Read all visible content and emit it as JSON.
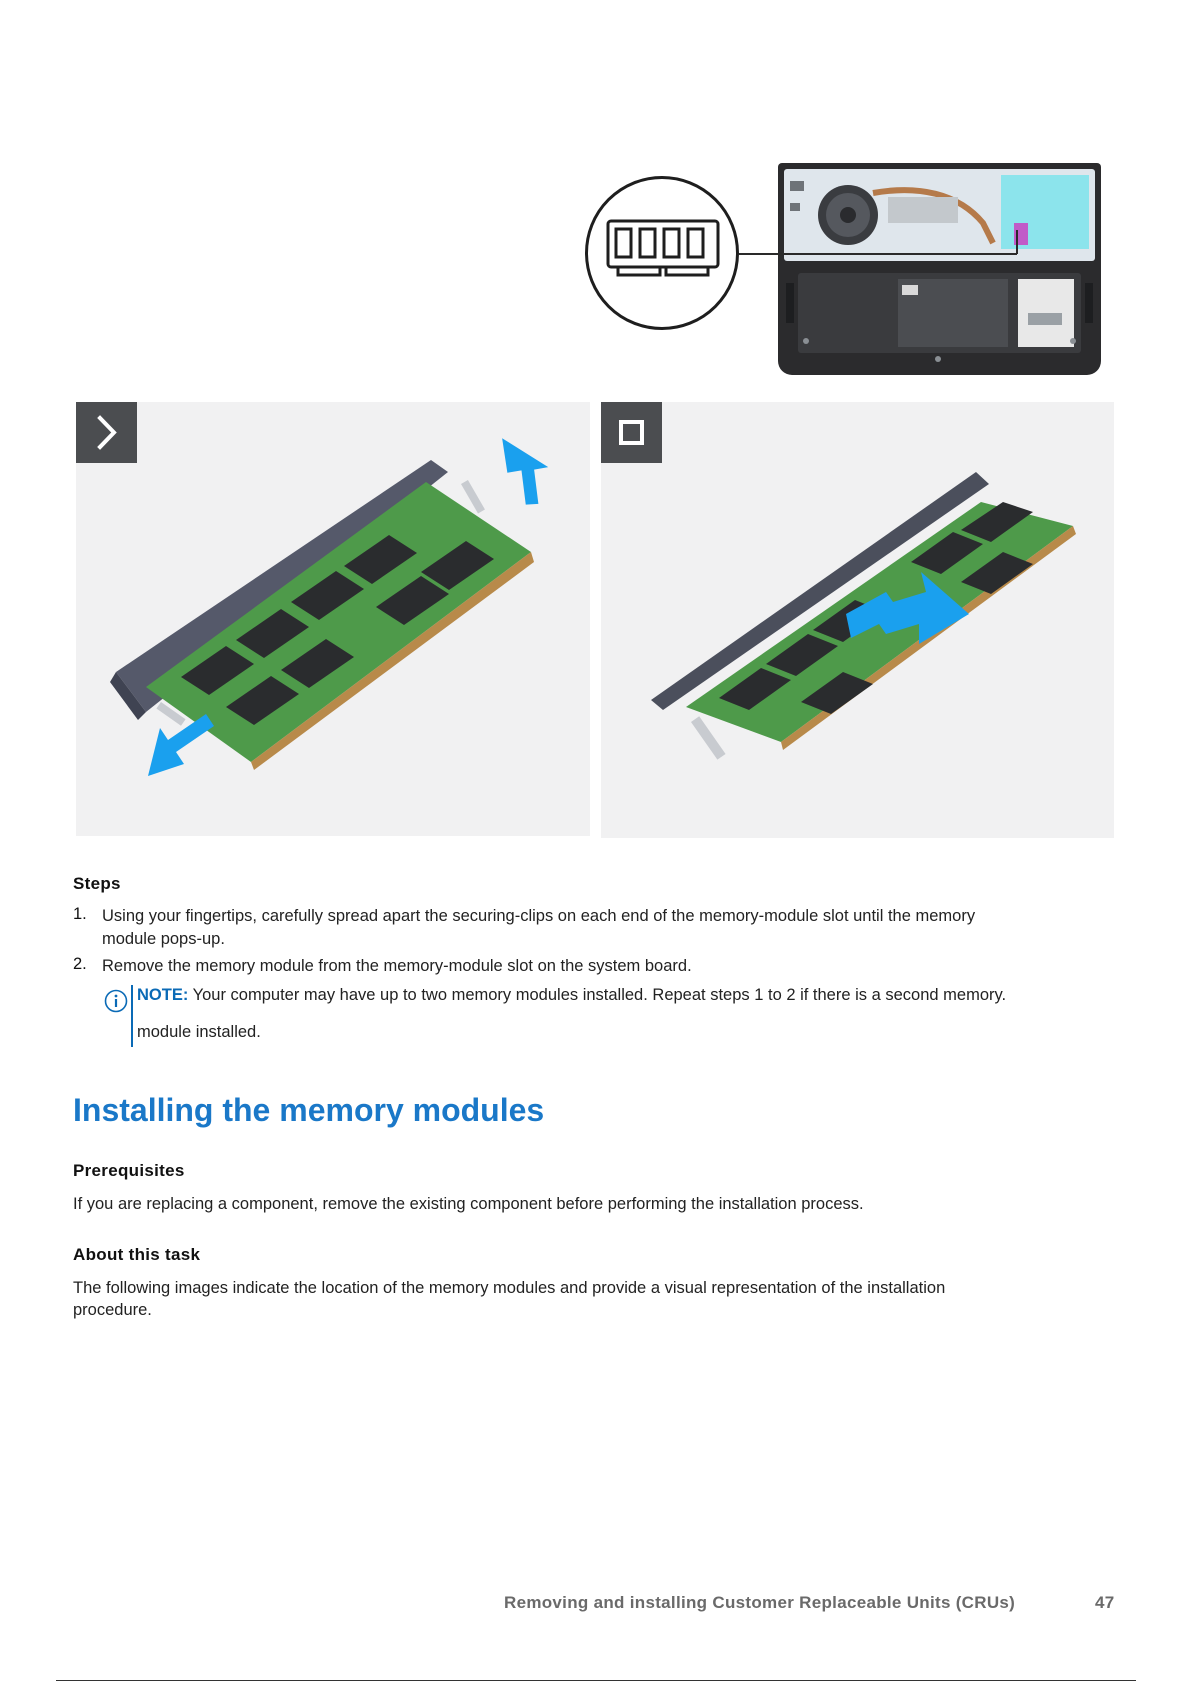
{
  "steps_section": {
    "heading": "Steps",
    "items": [
      {
        "number": "1.",
        "text": "Using your fingertips, carefully spread apart the securing-clips on each end of the memory-module slot until the memory",
        "text_cont": "module pops-up."
      },
      {
        "number": "2.",
        "text": "Remove the memory module from the memory-module slot on the system board."
      }
    ],
    "note": {
      "label": "NOTE:",
      "text": " Your computer may have up to two memory modules installed. Repeat steps 1 to 2 if there is a second memory.",
      "text_cont": "module installed."
    }
  },
  "install_section": {
    "title": "Installing the memory modules",
    "prerequisites_heading": "Prerequisites",
    "prerequisites_text": "If you are replacing a component, remove the existing component before performing the installation process.",
    "about_heading": "About this task",
    "about_text": "The following images indicate the location of the memory modules and provide a visual representation of the installation",
    "about_text_cont": "procedure."
  },
  "footer": {
    "chapter_title": "Removing and installing Customer Replaceable Units (CRUs)",
    "page_number": "47"
  },
  "colors": {
    "accent_blue": "#1a78c8",
    "note_blue": "#0a6ab6",
    "arrow_blue": "#1aa0ee",
    "pcb_green": "#4e9a4a"
  },
  "icons": {
    "callout": "memory-module-icon",
    "step_badge_1": "chevron-right-icon",
    "step_badge_2": "square-stop-icon",
    "note": "info-icon"
  }
}
